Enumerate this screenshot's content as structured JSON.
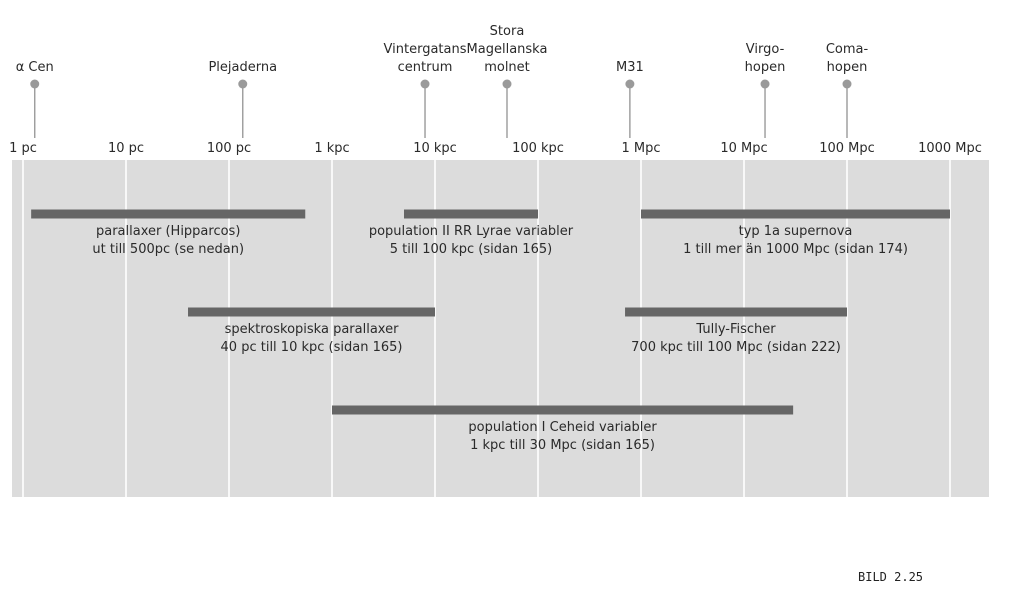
{
  "chart_data": {
    "type": "range",
    "axis": {
      "scale": "log",
      "ticks": [
        {
          "label": "1 pc",
          "pc": 1
        },
        {
          "label": "10 pc",
          "pc": 10
        },
        {
          "label": "100 pc",
          "pc": 100
        },
        {
          "label": "1 kpc",
          "pc": 1000
        },
        {
          "label": "10 kpc",
          "pc": 10000
        },
        {
          "label": "100 kpc",
          "pc": 100000
        },
        {
          "label": "1 Mpc",
          "pc": 1000000
        },
        {
          "label": "10 Mpc",
          "pc": 10000000
        },
        {
          "label": "100 Mpc",
          "pc": 100000000
        },
        {
          "label": "1000 Mpc",
          "pc": 1000000000
        }
      ],
      "range_pc": [
        1,
        1000000000
      ]
    },
    "landmarks": [
      {
        "lines": [
          "α Cen"
        ],
        "pc": 1.3
      },
      {
        "lines": [
          "Plejaderna"
        ],
        "pc": 136
      },
      {
        "lines": [
          "Vintergatans",
          "centrum"
        ],
        "pc": 8000
      },
      {
        "lines": [
          "Stora",
          "Magellanska",
          "molnet"
        ],
        "pc": 50000
      },
      {
        "lines": [
          "M31"
        ],
        "pc": 780000
      },
      {
        "lines": [
          "Virgo-",
          "hopen"
        ],
        "pc": 16000000
      },
      {
        "lines": [
          "Coma-",
          "hopen"
        ],
        "pc": 100000000
      }
    ],
    "methods": [
      {
        "lines": [
          "parallaxer (Hipparcos)",
          "ut till 500pc (se nedan)"
        ],
        "from_pc": 1.2,
        "to_pc": 550,
        "row": 1
      },
      {
        "lines": [
          "population II RR Lyrae variabler",
          "5 till 100 kpc (sidan 165)"
        ],
        "from_pc": 5000,
        "to_pc": 100000,
        "row": 1
      },
      {
        "lines": [
          "typ 1a supernova",
          "1 till mer än 1000 Mpc (sidan 174)"
        ],
        "from_pc": 1000000,
        "to_pc": 1000000000,
        "row": 1
      },
      {
        "lines": [
          "spektroskopiska parallaxer",
          "40 pc till 10 kpc (sidan 165)"
        ],
        "from_pc": 40,
        "to_pc": 10000,
        "row": 2
      },
      {
        "lines": [
          "Tully-Fischer",
          "700 kpc till 100 Mpc (sidan 222)"
        ],
        "from_pc": 700000,
        "to_pc": 100000000,
        "row": 2
      },
      {
        "lines": [
          "population I Ceheid variabler",
          "1 kpc till 30 Mpc (sidan 165)"
        ],
        "from_pc": 1000,
        "to_pc": 30000000,
        "row": 3
      }
    ],
    "colors": {
      "panel": "#dcdcdc",
      "bar": "#666666",
      "marker": "#9a9a9a",
      "grid": "#ffffff"
    }
  },
  "caption": "BILD 2.25"
}
